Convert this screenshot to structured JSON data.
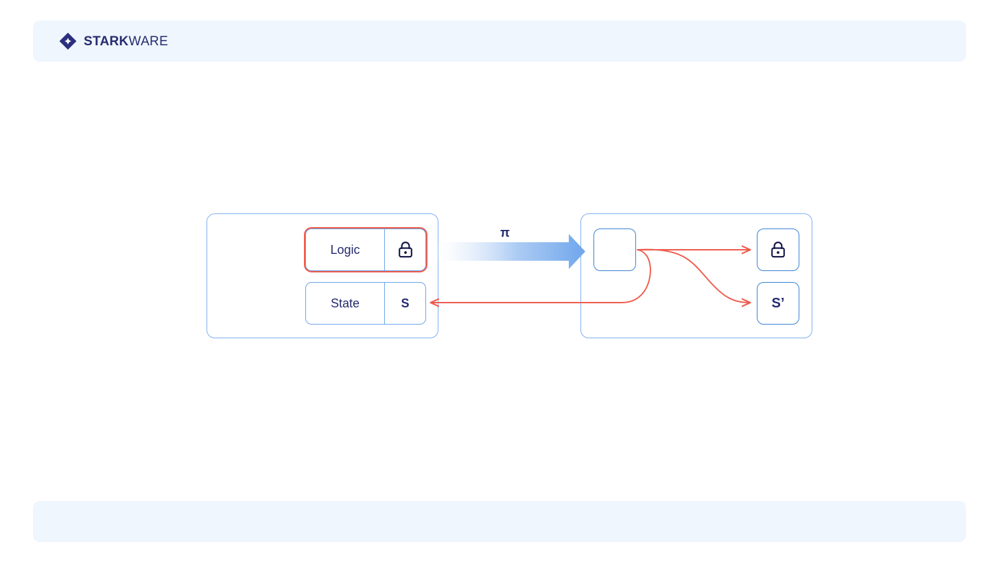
{
  "page": {
    "background": "#ffffff",
    "band_color": "#eff6fd"
  },
  "brand": {
    "mark_icon": "starkware-diamond-logo",
    "name_bold": "STARK",
    "name_light": "WARE",
    "color": "#252b6e"
  },
  "diagram": {
    "title": "",
    "colors": {
      "panel_border": "#7fb0ef",
      "box_border": "#6ca6ec",
      "square_border": "#3b82d6",
      "highlight_red": "#ef5b4c",
      "arrow_red": "#ef5b4c",
      "arrow_blue_start": "#fbfdff",
      "arrow_blue_end": "#6fa6ec",
      "text_navy": "#252b6e"
    },
    "left_panel": {
      "name": "off-chain-panel",
      "rows": [
        {
          "id": "logic",
          "label": "Logic",
          "value_icon": "lock-icon",
          "value": "",
          "highlighted": true
        },
        {
          "id": "state",
          "label": "State",
          "value": "S",
          "highlighted": false
        }
      ]
    },
    "transform_arrow": {
      "name": "proof-arrow",
      "label": "π",
      "direction": "right"
    },
    "right_panel": {
      "name": "prover-panel",
      "input_box": {
        "id": "prover",
        "label": ""
      },
      "output_boxes": [
        {
          "id": "lock-output",
          "icon": "lock-icon",
          "label": ""
        },
        {
          "id": "state-prime-output",
          "icon": "",
          "label": "S’"
        }
      ]
    },
    "connectors": [
      {
        "name": "prover-to-lock",
        "from": "prover",
        "to": "lock-output",
        "style": "straight",
        "color": "#ef5b4c"
      },
      {
        "name": "prover-to-state-prime",
        "from": "prover",
        "to": "state-prime-output",
        "style": "s-curve",
        "color": "#ef5b4c"
      },
      {
        "name": "prover-to-state-return",
        "from": "prover",
        "to": "state",
        "style": "loop-back",
        "color": "#ef5b4c"
      }
    ]
  }
}
